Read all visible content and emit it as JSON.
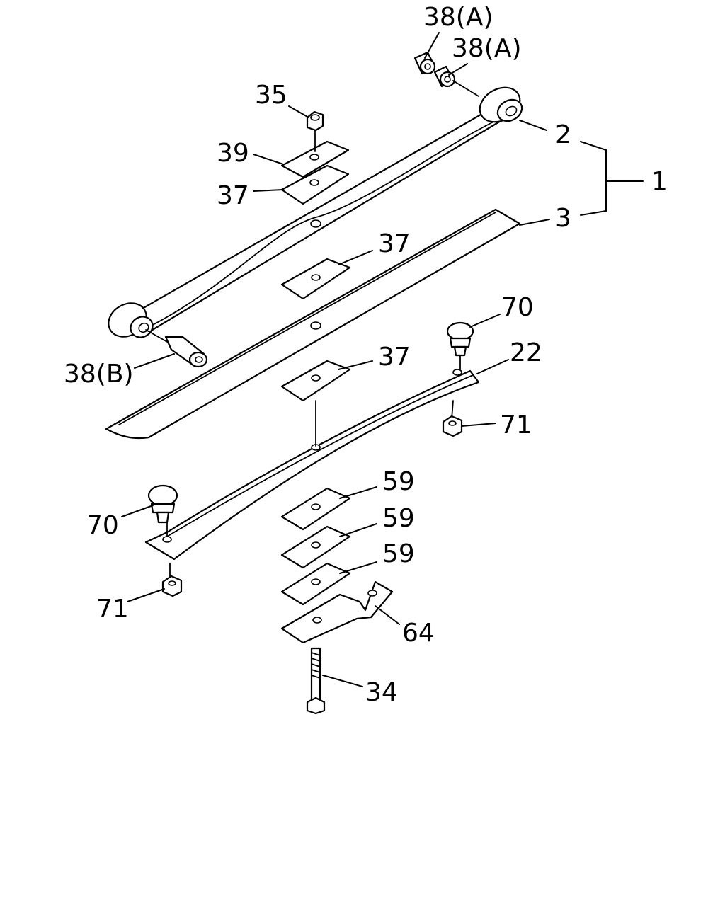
{
  "diagram": {
    "callouts": {
      "c_38a_1": "38(A)",
      "c_38a_2": "38(A)",
      "c_35": "35",
      "c_39": "39",
      "c_37_top": "37",
      "c_2": "2",
      "c_1": "1",
      "c_3": "3",
      "c_37_mid": "37",
      "c_70_right": "70",
      "c_22": "22",
      "c_38b": "38(B)",
      "c_37_low": "37",
      "c_71_right": "71",
      "c_59_1": "59",
      "c_59_2": "59",
      "c_59_3": "59",
      "c_70_left": "70",
      "c_71_left": "71",
      "c_64": "64",
      "c_34": "34"
    }
  }
}
